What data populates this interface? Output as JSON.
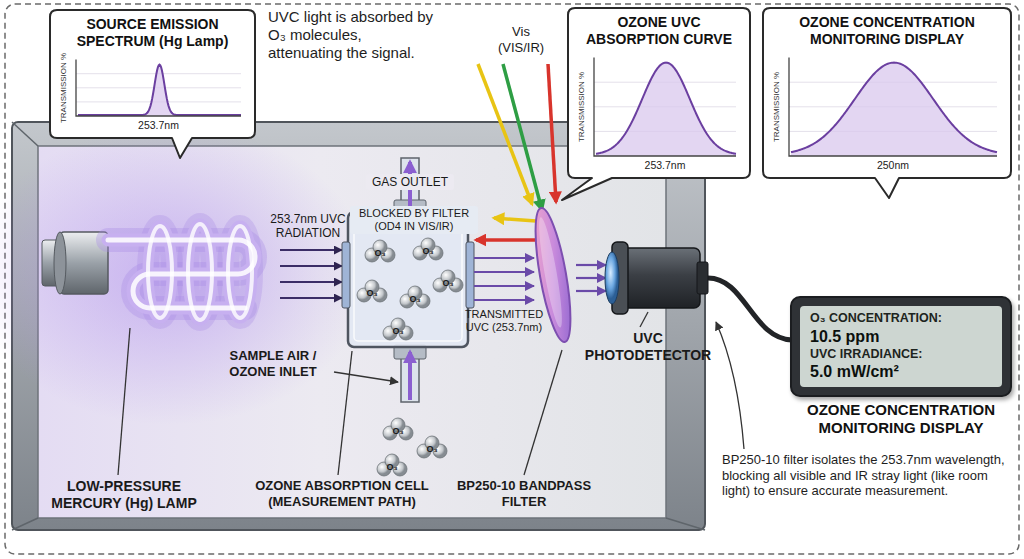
{
  "diagram": {
    "nodes": [
      {
        "text": [
          "SOURCE EMISSION SPECTRUM (Hg Lamp)",
          "TRANSMISSION %",
          "253.7nm"
        ]
      },
      {
        "text": [
          "OZONE UVC ABSORPTION CURVE",
          "TRANSMISSION %",
          "253.7nm"
        ]
      },
      {
        "text": [
          "OZONE CONCENTRATION MONITORING DISPLAY",
          "TRANSMISSION %",
          "250nm"
        ]
      },
      {
        "text": [
          "O₃ CONCENTRATION:",
          "10.5 ppm",
          "UVC IRRADIANCE:",
          "5.0 mW/cm²",
          "OZONE CONCENTRATION MONITORING DISPLAY"
        ]
      }
    ],
    "labels": [
      "UVC light is absorbed by O₃ molecules, attenuating the signal.",
      "Vis (VIS/IR)",
      "GAS OUTLET",
      "BLOCKED BY FILTER (OD4 IN VIS/IR)",
      "253.7nm UVC RADIATION",
      "SAMPLE AIR / OZONE INLET",
      "TRANSMITTED UVC (253.7nm)",
      "UVC PHOTODETECTOR",
      "LOW-PRESSURE MERCURY (Hg) LAMP",
      "OZONE ABSORPTION CELL (MEASUREMENT PATH)",
      "BP250-10 BANDPASS FILTER",
      "BP250-10 filter isolates the 253.7nm wavelength, blocking all visible and IR stray light (like room light) to ensure accurate measurement.",
      "O₃",
      "O₃",
      "O₃",
      "O₃",
      "O₃",
      "O₃",
      "O₃",
      "O₃",
      "O₃"
    ]
  }
}
